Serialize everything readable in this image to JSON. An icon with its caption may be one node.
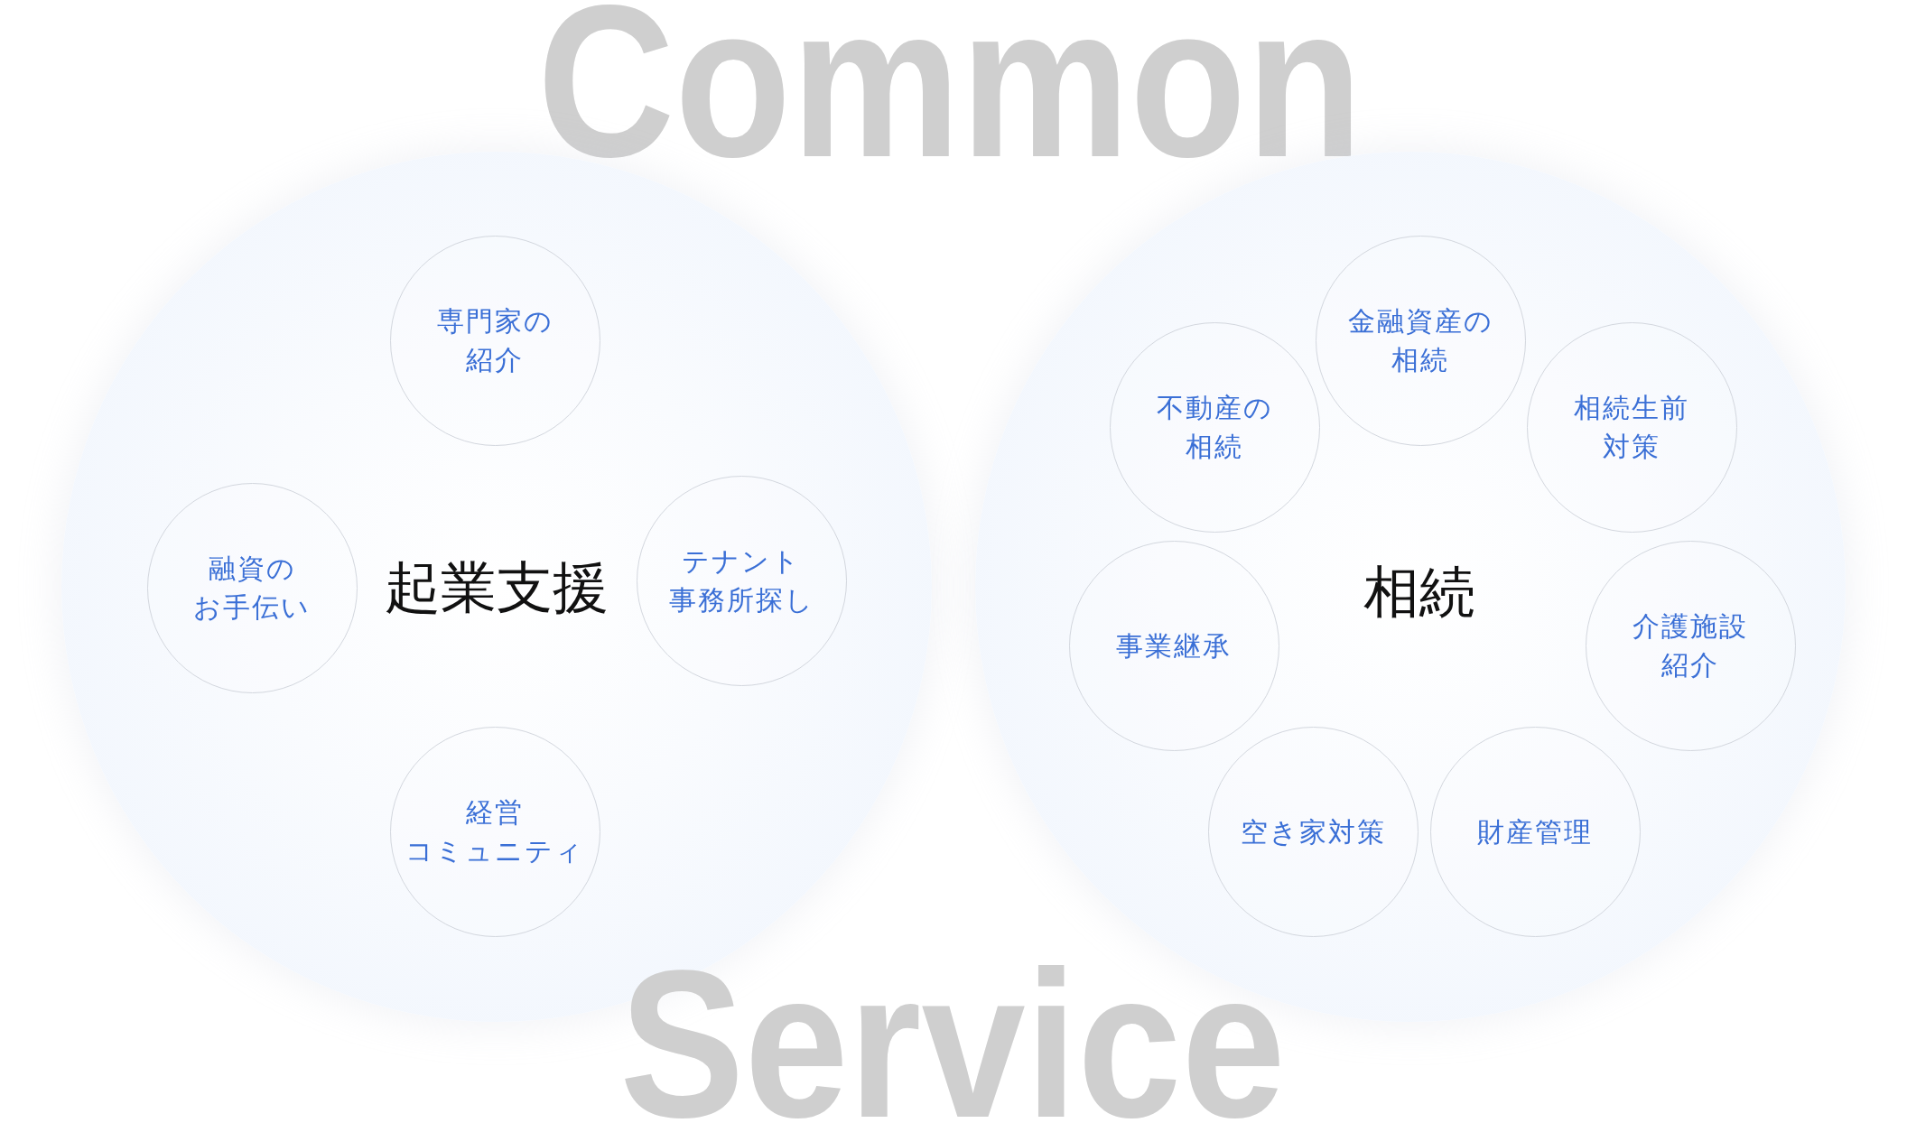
{
  "diagram": {
    "nodes": [
      {
        "text": [
          "起業支援"
        ]
      },
      {
        "text": [
          "専門家の紹介"
        ],
        "in": 0
      },
      {
        "text": [
          "融資のお手伝い"
        ],
        "in": 0
      },
      {
        "text": [
          "テナント事務所探し"
        ],
        "in": 0
      },
      {
        "text": [
          "経営コミュニティ"
        ],
        "in": 0
      },
      {
        "text": [
          "相続"
        ]
      },
      {
        "text": [
          "金融資産の相続"
        ],
        "in": 5
      },
      {
        "text": [
          "不動産の相続"
        ],
        "in": 5
      },
      {
        "text": [
          "相続生前対策"
        ],
        "in": 5
      },
      {
        "text": [
          "事業継承"
        ],
        "in": 5
      },
      {
        "text": [
          "介護施設紹介"
        ],
        "in": 5
      },
      {
        "text": [
          "空き家対策"
        ],
        "in": 5
      },
      {
        "text": [
          "財産管理"
        ],
        "in": 5
      }
    ],
    "labels": [
      "Common",
      "Service"
    ]
  }
}
